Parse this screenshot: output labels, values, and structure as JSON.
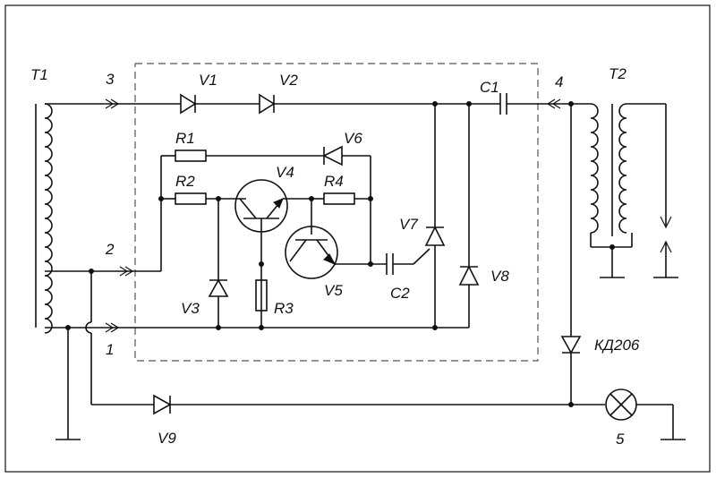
{
  "labels": {
    "t1": "T1",
    "t2": "T2",
    "v1": "V1",
    "v2": "V2",
    "v3": "V3",
    "v4": "V4",
    "v5": "V5",
    "v6": "V6",
    "v7": "V7",
    "v8": "V8",
    "v9": "V9",
    "r1": "R1",
    "r2": "R2",
    "r3": "R3",
    "r4": "R4",
    "c1": "C1",
    "c2": "C2",
    "kd206": "КД206",
    "n1": "1",
    "n2": "2",
    "n3": "3",
    "n4": "4",
    "n5": "5"
  }
}
